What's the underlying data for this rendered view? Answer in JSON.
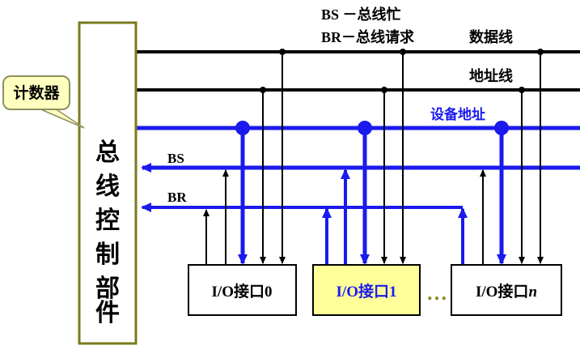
{
  "legend": {
    "bs": "BS －总线忙",
    "br": "BR－总线请求"
  },
  "lines": {
    "data": "数据线",
    "address": "地址线",
    "device_address": "设备地址",
    "bs": "BS",
    "br": "BR"
  },
  "controller": {
    "label": [
      "总",
      "线",
      "控",
      "制",
      "部",
      "件"
    ]
  },
  "callout": {
    "label": "计数器"
  },
  "interfaces": [
    {
      "prefix": "I/O接口",
      "suffix": "0",
      "italic": false,
      "highlighted": false
    },
    {
      "prefix": "I/O接口",
      "suffix": "1",
      "italic": false,
      "highlighted": true
    },
    {
      "prefix": "I/O接口",
      "suffix": "n",
      "italic": true,
      "highlighted": false
    }
  ],
  "ellipsis": "…",
  "colors": {
    "black_line": "#000000",
    "blue_line": "#1a1aee",
    "controller_border": "#7a7a1e",
    "callout_fill": "#ffffc0",
    "callout_border": "#909060",
    "highlight_fill": "#ffff99",
    "device_address_text": "#1a1aee"
  }
}
